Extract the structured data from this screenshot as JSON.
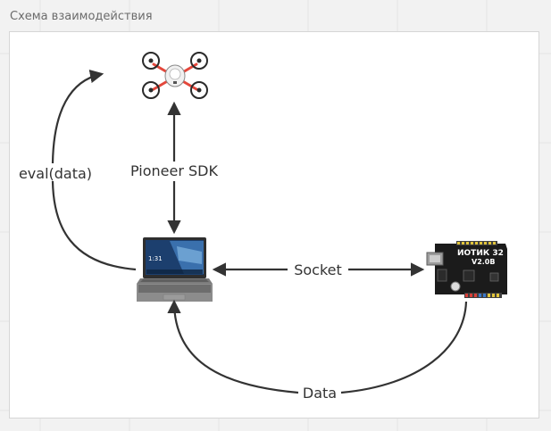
{
  "frame": {
    "title": "Схема взаимодействия"
  },
  "nodes": {
    "drone": {
      "icon": "drone-icon"
    },
    "laptop": {
      "icon": "laptop-icon",
      "screen_time": "1:31"
    },
    "controller": {
      "icon": "microcontroller-board-icon",
      "board_label": "ИОТИК 32",
      "board_version": "V2.0B"
    }
  },
  "edges": {
    "pioneer_sdk": "Pioneer SDK",
    "eval": "eval(data)",
    "socket": "Socket",
    "data": "Data"
  },
  "colors": {
    "arrow": "#333333",
    "board": "#1b1b1b",
    "drone_frame": "#e4473b"
  }
}
